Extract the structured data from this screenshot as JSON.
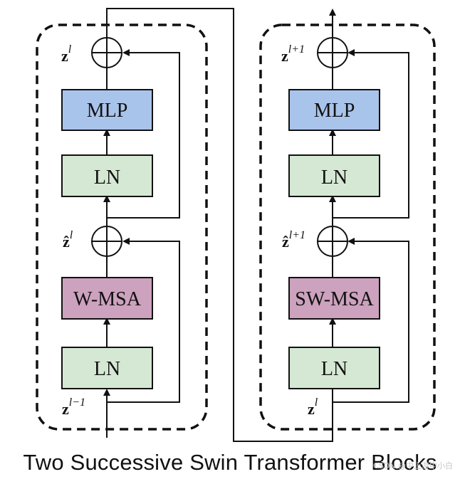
{
  "caption": "Two Successive Swin Transformer Blocks",
  "watermark": "CSDN @中上游中小白",
  "colors": {
    "mlp_fill": "#a9c4eb",
    "ln_fill": "#d5e8d4",
    "msa_fill": "#cda2be",
    "stroke": "#111111"
  },
  "left_block": {
    "mlp_label": "MLP",
    "ln_top_label": "LN",
    "msa_label": "W-MSA",
    "ln_bottom_label": "LN",
    "out_var": "z",
    "out_sup": "l",
    "mid_var": "ẑ",
    "mid_sup": "l",
    "in_var": "z",
    "in_sup": "l−1"
  },
  "right_block": {
    "mlp_label": "MLP",
    "ln_top_label": "LN",
    "msa_label": "SW-MSA",
    "ln_bottom_label": "LN",
    "out_var": "z",
    "out_sup": "l+1",
    "mid_var": "ẑ",
    "mid_sup": "l+1",
    "in_var": "z",
    "in_sup": "l"
  }
}
